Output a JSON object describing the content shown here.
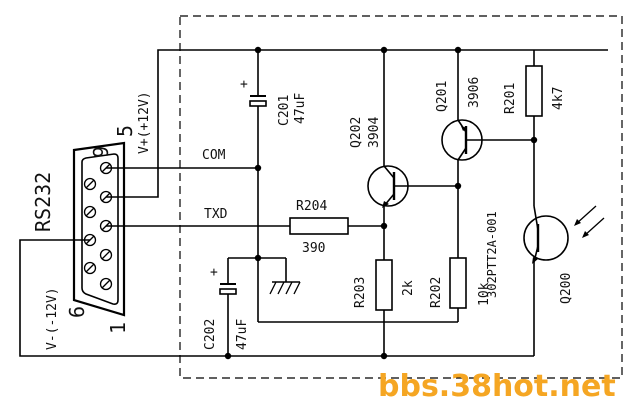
{
  "connector": {
    "name": "RS232",
    "pin_labels": {
      "p9": "9",
      "p5": "5",
      "p6": "6",
      "p1": "1"
    }
  },
  "nets": {
    "vplus": "V+(+12V)",
    "vminus": "V-(-12V)",
    "com": "COM",
    "txd": "TXD"
  },
  "components": {
    "c201": {
      "ref": "C201",
      "value": "47uF",
      "polarity": "+"
    },
    "c202": {
      "ref": "C202",
      "value": "47uF",
      "polarity": "+"
    },
    "r204": {
      "ref": "R204",
      "value": "390"
    },
    "r203": {
      "ref": "R203",
      "value": "2k"
    },
    "r202": {
      "ref": "R202",
      "value": "10k"
    },
    "r201": {
      "ref": "R201",
      "value": "4k7"
    },
    "q202": {
      "ref": "Q202",
      "part": "3904"
    },
    "q201": {
      "ref": "Q201",
      "part": "3906"
    },
    "q200": {
      "ref": "Q200",
      "part": "302PTT2A-001"
    }
  },
  "watermark": {
    "text": "bbs.38hot.net",
    "color": "#f5a623"
  }
}
